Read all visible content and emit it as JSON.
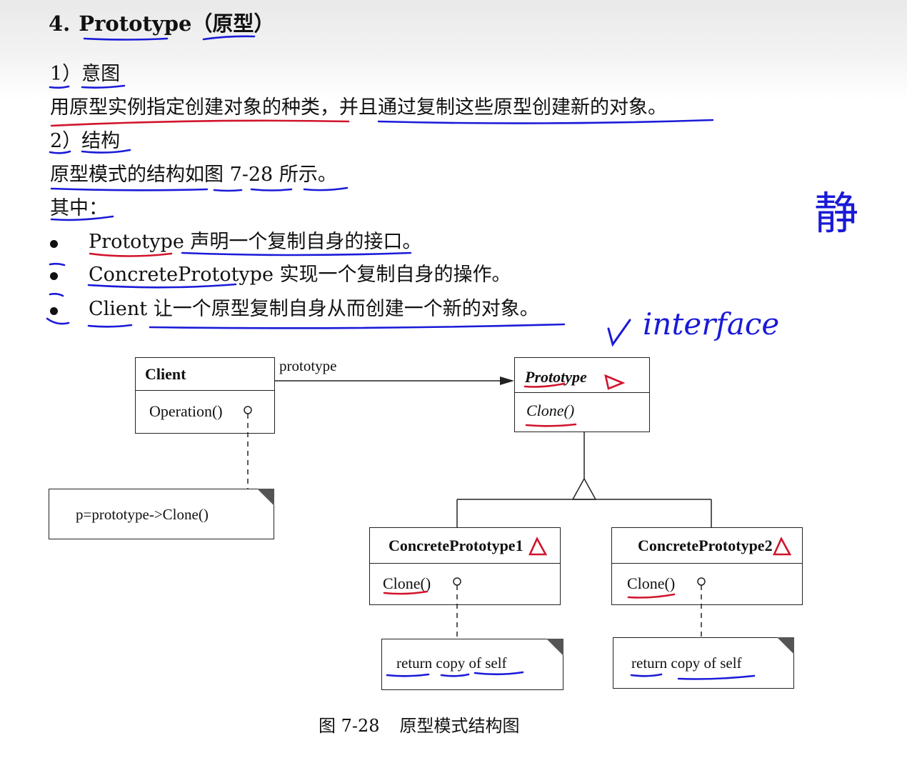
{
  "heading": {
    "number": "4.",
    "title": "Prototype（原型）"
  },
  "sections": {
    "intent_label": "1）意图",
    "intent_text": "用原型实例指定创建对象的种类，并且通过复制这些原型创建新的对象。",
    "structure_label": "2）结构",
    "structure_text": "原型模式的结构如图 7-28 所示。",
    "among_label": "其中："
  },
  "bullets": [
    {
      "term": "Prototype",
      "text": " 声明一个复制自身的接口。"
    },
    {
      "term": "ConcretePrototype",
      "text": " 实现一个复制自身的操作。"
    },
    {
      "term": "Client",
      "text": " 让一个原型复制自身从而创建一个新的对象。"
    }
  ],
  "handwriting": {
    "interface_note": "interface",
    "side_glyph": "静"
  },
  "diagram": {
    "client": {
      "name": "Client",
      "operation": "Operation()"
    },
    "association_label": "prototype",
    "client_note": "p=prototype->Clone()",
    "prototype": {
      "name": "Prototype",
      "operation": "Clone()"
    },
    "concrete1": {
      "name": "ConcretePrototype1",
      "operation": "Clone()",
      "note": "return copy of self"
    },
    "concrete2": {
      "name": "ConcretePrototype2",
      "operation": "Clone()",
      "note": "return copy of self"
    }
  },
  "caption": {
    "figure": "图 7-28",
    "title": "原型模式结构图"
  },
  "colors": {
    "red_ink": "#d0142c",
    "blue_ink": "#1a1ad8",
    "text": "#111111"
  }
}
